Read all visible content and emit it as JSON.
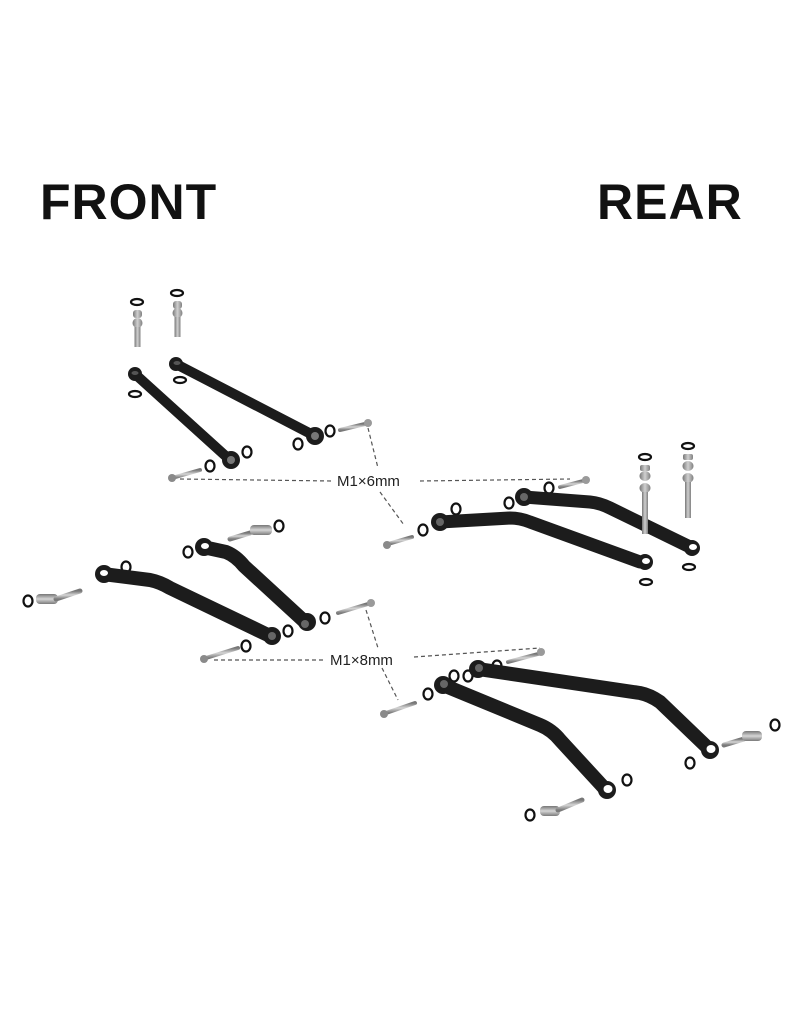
{
  "headings": {
    "front": "FRONT",
    "rear": "REAR"
  },
  "callouts": {
    "screw_short": "M1×6mm",
    "screw_long": "M1×8mm"
  },
  "colors": {
    "link": "#1c1c1c",
    "link_highlight": "#3a3a3a",
    "hardware": "#9a9a9a",
    "hardware_light": "#c8c8c8",
    "oring": "#111111",
    "leader": "#555555"
  },
  "assemblies": [
    {
      "name": "front-upper-links",
      "group": "front",
      "parts": [
        "straight-link",
        "straight-link",
        "ball-stud",
        "ball-stud",
        "screw",
        "screw",
        "o-ring"
      ]
    },
    {
      "name": "front-lower-links",
      "group": "front",
      "parts": [
        "bent-link",
        "bent-link",
        "ball-stud",
        "ball-stud",
        "screw",
        "screw",
        "o-ring"
      ]
    },
    {
      "name": "rear-upper-links",
      "group": "rear",
      "parts": [
        "bent-link",
        "bent-link",
        "long-ball-stud",
        "long-ball-stud",
        "screw",
        "screw",
        "o-ring"
      ]
    },
    {
      "name": "rear-lower-links",
      "group": "rear",
      "parts": [
        "bent-link",
        "bent-link",
        "ball-stud",
        "ball-stud",
        "screw",
        "screw",
        "o-ring"
      ]
    }
  ]
}
